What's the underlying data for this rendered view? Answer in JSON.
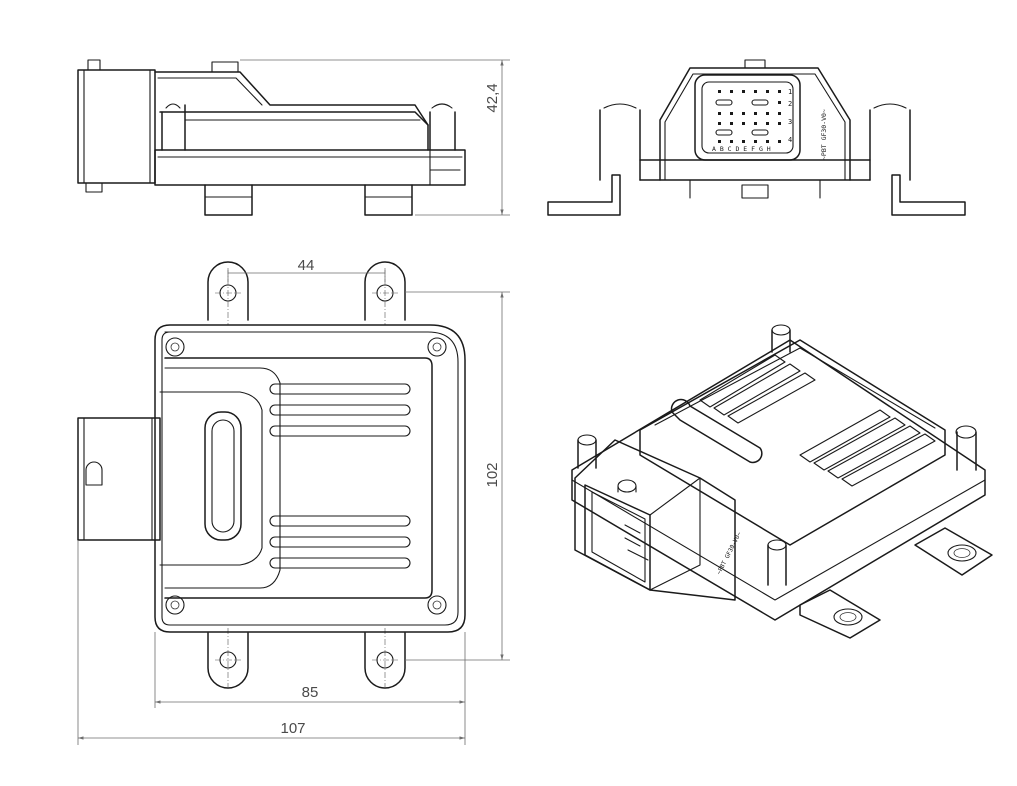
{
  "dimensions": {
    "height": "42,4",
    "hole_spacing": "44",
    "depth": "102",
    "body_width": "85",
    "total_width": "107"
  },
  "connector_marking": {
    "brand_text": "~PBT GF30-V0~",
    "row_numbers": [
      "1",
      "2",
      "3",
      "4"
    ],
    "column_letters": "A B C D E F G H"
  },
  "views": [
    "side-view",
    "front-view",
    "top-view",
    "isometric-view"
  ]
}
